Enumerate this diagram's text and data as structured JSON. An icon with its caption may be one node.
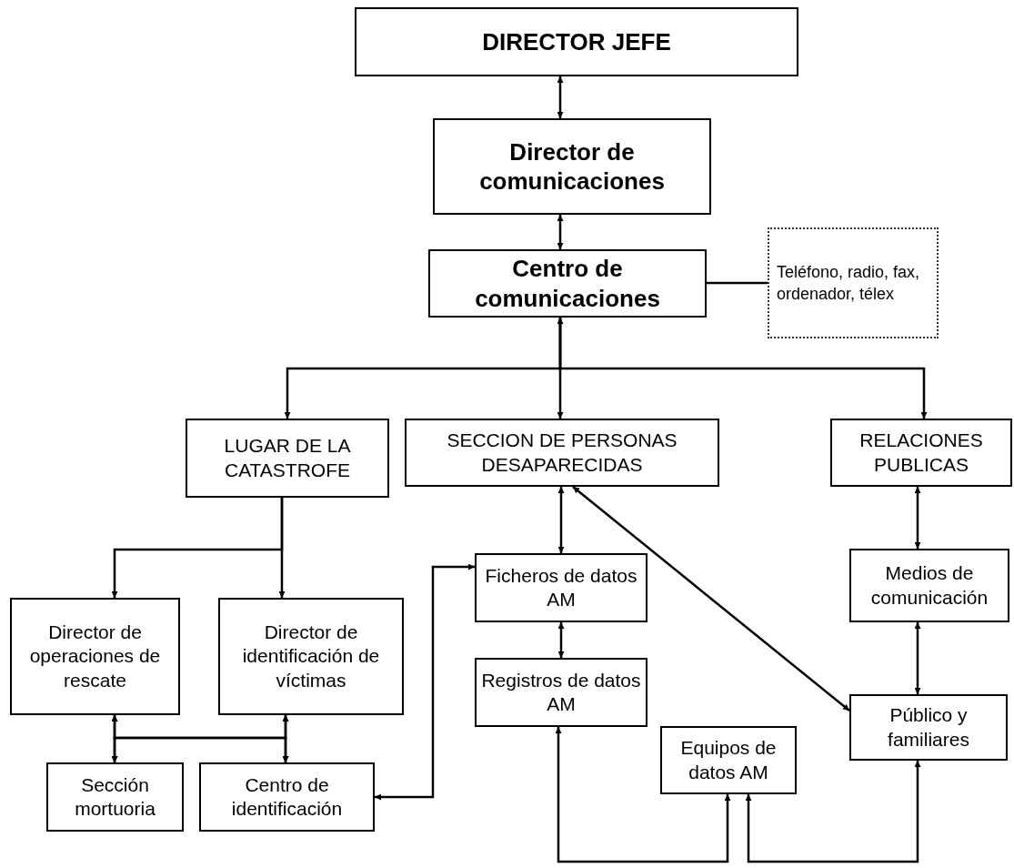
{
  "diagram": {
    "nodes": [
      {
        "text": [
          "DIRECTOR JEFE"
        ]
      },
      {
        "text": [
          "Director de comunicaciones"
        ]
      },
      {
        "text": [
          "Centro de comunicaciones"
        ]
      },
      {
        "text": [
          "Teléfono, radio, fax, ordenador, télex"
        ]
      },
      {
        "text": [
          "LUGAR DE LA CATASTROFE"
        ]
      },
      {
        "text": [
          "SECCION DE PERSONAS DESAPARECIDAS"
        ]
      },
      {
        "text": [
          "RELACIONES PUBLICAS"
        ]
      },
      {
        "text": [
          "Director de operaciones de rescate"
        ]
      },
      {
        "text": [
          "Director de identificación de víctimas"
        ]
      },
      {
        "text": [
          "Sección mortuoria"
        ]
      },
      {
        "text": [
          "Centro de identificación"
        ]
      },
      {
        "text": [
          "Ficheros de datos AM"
        ]
      },
      {
        "text": [
          "Registros de datos AM"
        ]
      },
      {
        "text": [
          "Equipos de datos AM"
        ]
      },
      {
        "text": [
          "Medios de comunicación"
        ]
      },
      {
        "text": [
          "Público y familiares"
        ]
      }
    ],
    "edges": [
      {
        "from": 0,
        "to": 1,
        "arrow": "both"
      },
      {
        "from": 1,
        "to": 2,
        "arrow": "both"
      },
      {
        "from": 2,
        "to": 3,
        "arrow": "none"
      },
      {
        "from": 2,
        "to": 4,
        "arrow": "to"
      },
      {
        "from": 2,
        "to": 5,
        "arrow": "both"
      },
      {
        "from": 2,
        "to": 6,
        "arrow": "to"
      },
      {
        "from": 4,
        "to": 7,
        "arrow": "to"
      },
      {
        "from": 4,
        "to": 8,
        "arrow": "to"
      },
      {
        "from": 7,
        "to": 9,
        "arrow": "both"
      },
      {
        "from": 8,
        "to": 10,
        "arrow": "both"
      },
      {
        "from": 7,
        "to": 10,
        "arrow": "both"
      },
      {
        "from": 8,
        "to": 9,
        "arrow": "both"
      },
      {
        "from": 10,
        "to": 11,
        "arrow": "both"
      },
      {
        "from": 5,
        "to": 11,
        "arrow": "both"
      },
      {
        "from": 11,
        "to": 12,
        "arrow": "both"
      },
      {
        "from": 5,
        "to": 15,
        "arrow": "both"
      },
      {
        "from": 6,
        "to": 14,
        "arrow": "both"
      },
      {
        "from": 14,
        "to": 15,
        "arrow": "both"
      },
      {
        "from": 12,
        "to": 13,
        "arrow": "both"
      },
      {
        "from": 13,
        "to": 15,
        "arrow": "both"
      }
    ]
  }
}
